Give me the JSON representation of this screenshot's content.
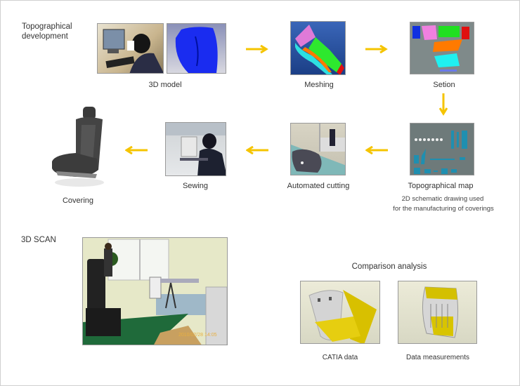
{
  "sections": {
    "topographical_development": "Topographical\ndevelopment",
    "scan_3d": "3D SCAN"
  },
  "steps": [
    {
      "label": "3D model"
    },
    {
      "label": "Meshing"
    },
    {
      "label": "Setion"
    },
    {
      "label": "Topographical map",
      "description_line1": "2D schematic drawing used",
      "description_line2": "for the manufacturing of coverings"
    },
    {
      "label": "Automated cutting"
    },
    {
      "label": "Sewing"
    },
    {
      "label": "Covering"
    }
  ],
  "comparison": {
    "title": "Comparison analysis",
    "items": [
      {
        "label": "CATIA data"
      },
      {
        "label": "Data measurements"
      }
    ]
  },
  "photo_timestamp": "2010/02/28 14:05",
  "colors": {
    "arrow": "#f5c400",
    "border": "#cfcfcf"
  }
}
